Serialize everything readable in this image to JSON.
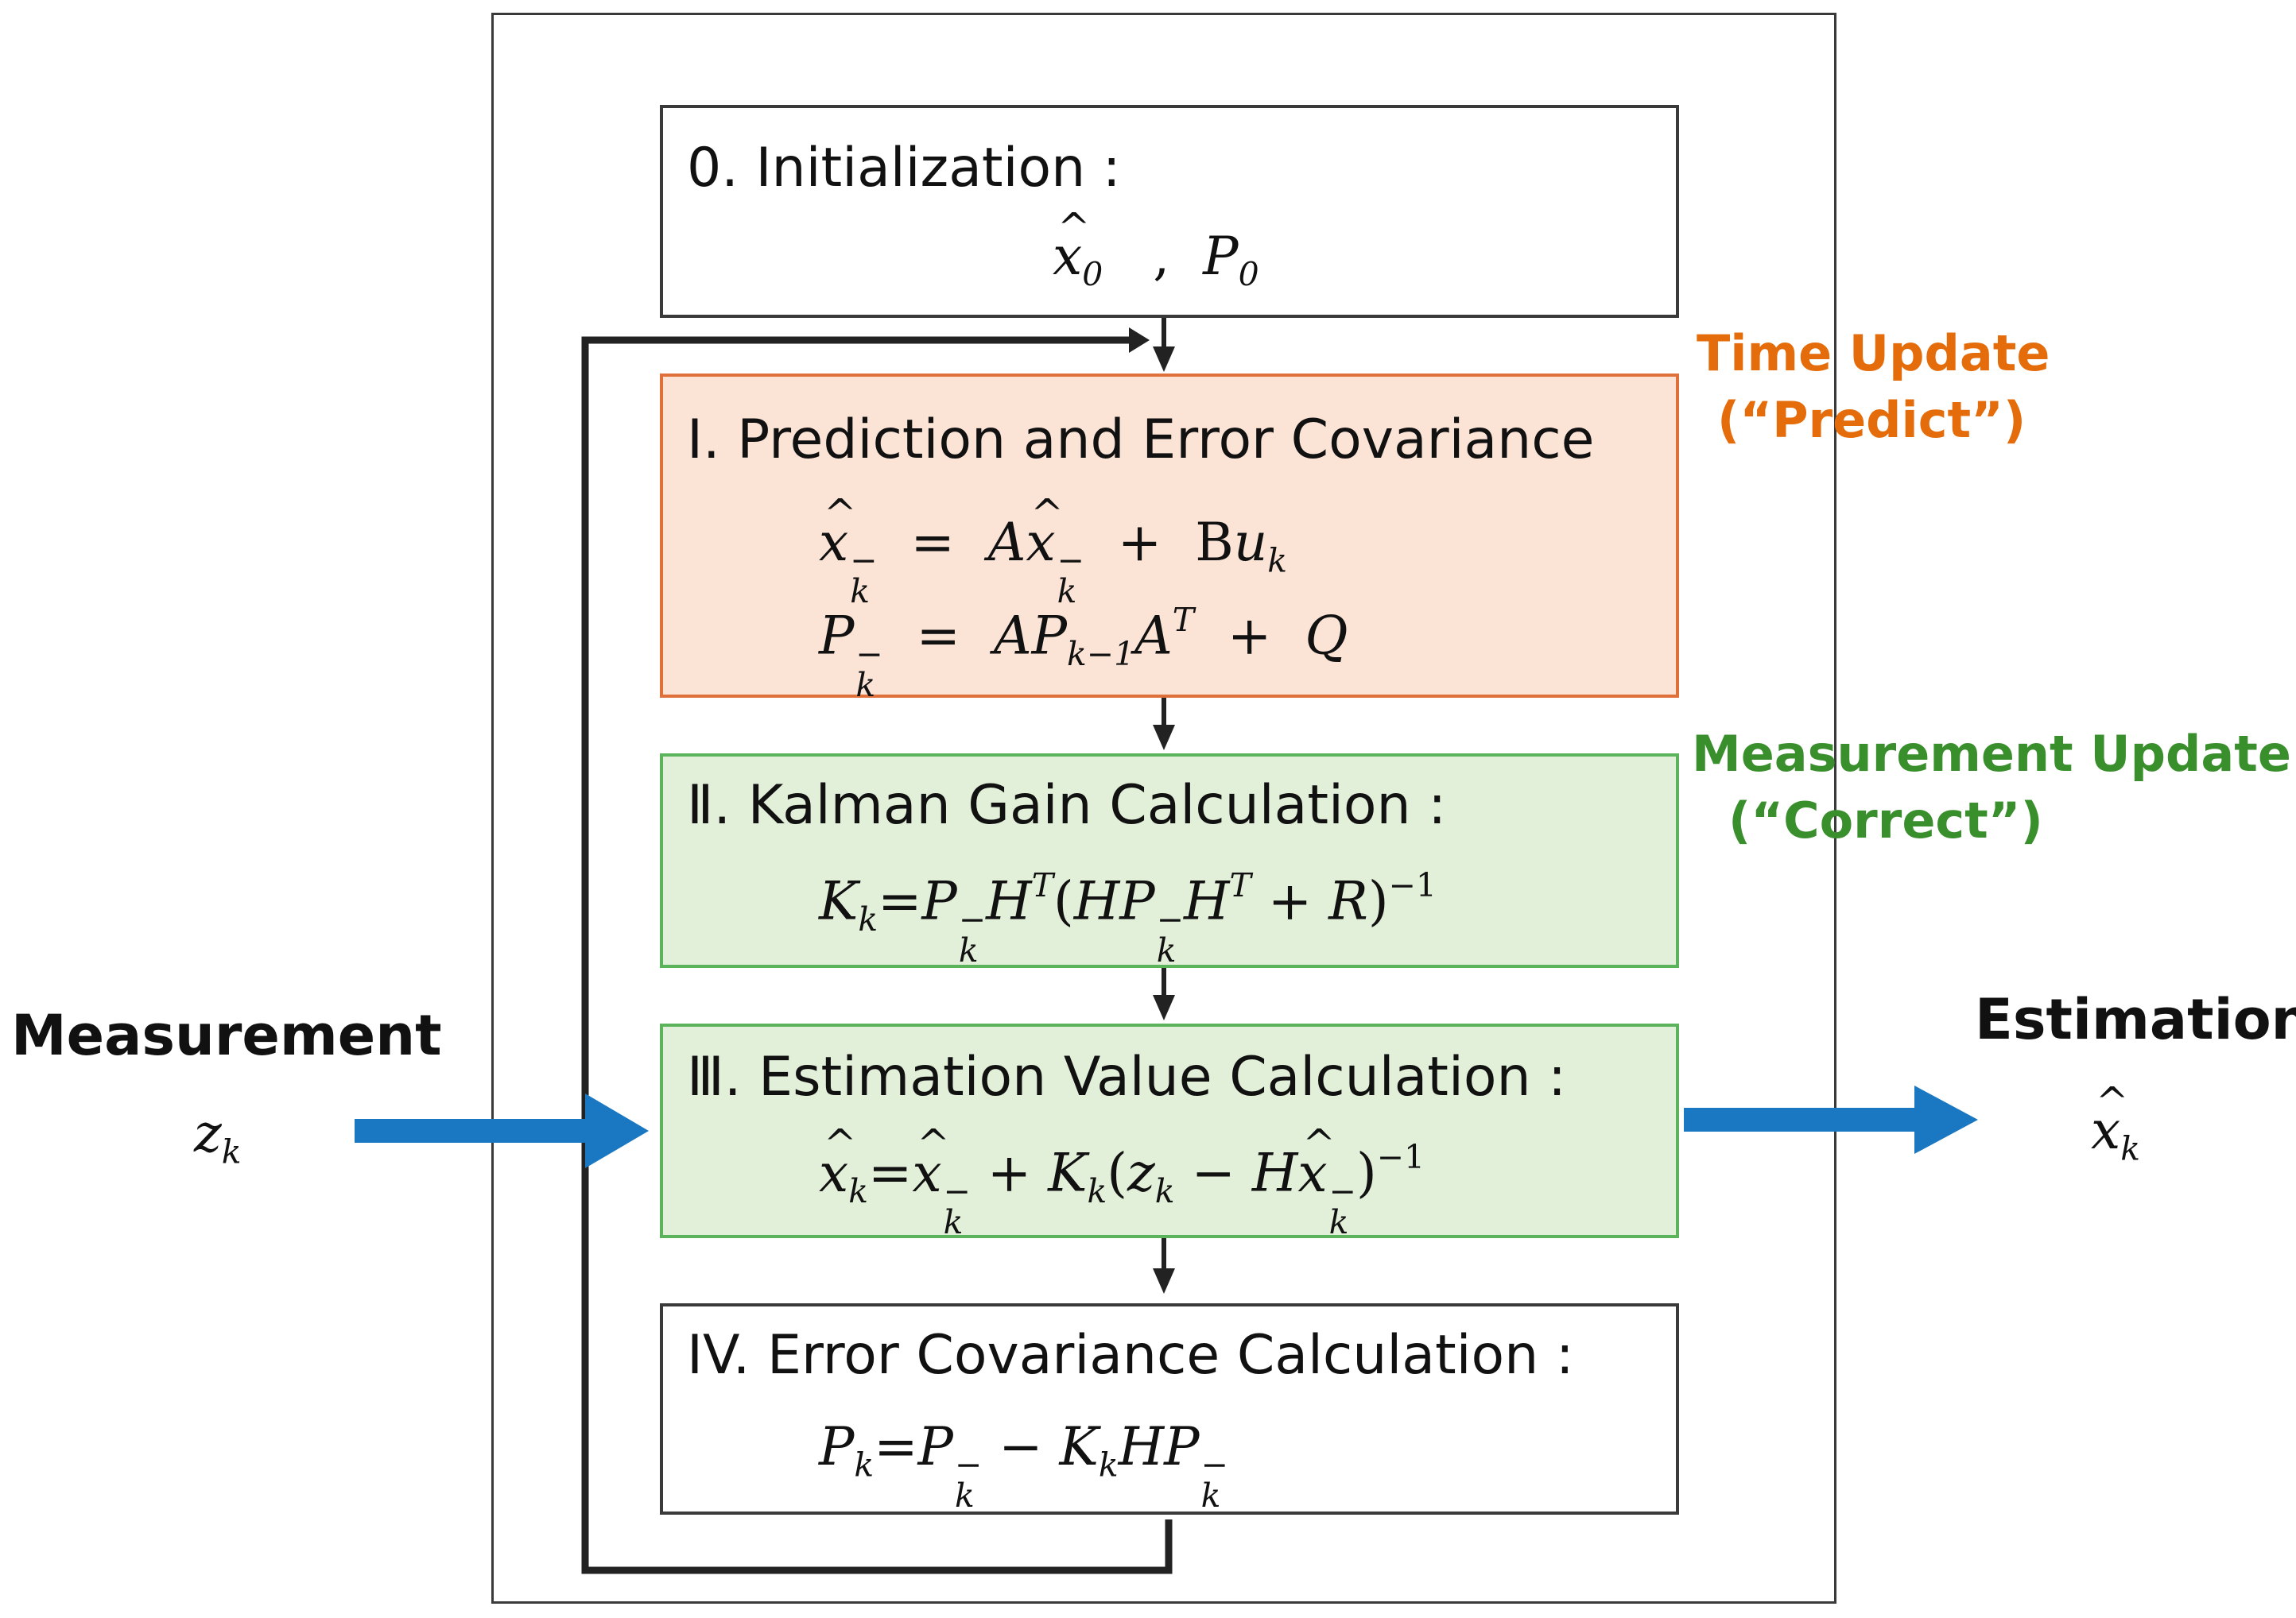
{
  "side_labels": {
    "time_update": "Time Update",
    "time_update_sub": "(“Predict”)",
    "measurement_update": "Measurement Update",
    "measurement_update_sub": "(“Correct”)"
  },
  "external": {
    "measurement_label": "Measurement",
    "measurement_symbol": "z",
    "measurement_sub": "k",
    "estimation_label": "Estimation",
    "estimation_symbol": "x",
    "estimation_sub": "k"
  },
  "steps": {
    "init": {
      "title": "0. Initialization :"
    },
    "predict": {
      "title": "Ⅰ. Prediction and Error Covariance"
    },
    "gain": {
      "title": "Ⅱ. Kalman Gain Calculation :"
    },
    "estimate": {
      "title": "Ⅲ. Estimation Value Calculation :"
    },
    "covariance": {
      "title": "IV. Error Covariance Calculation :"
    }
  },
  "colors": {
    "time_update": "#e46c0a",
    "measurement_update": "#3a8f2d",
    "blue_arrow": "#1a78c2",
    "orange_fill": "#fbe3d6",
    "green_fill": "#e2f0d9"
  }
}
